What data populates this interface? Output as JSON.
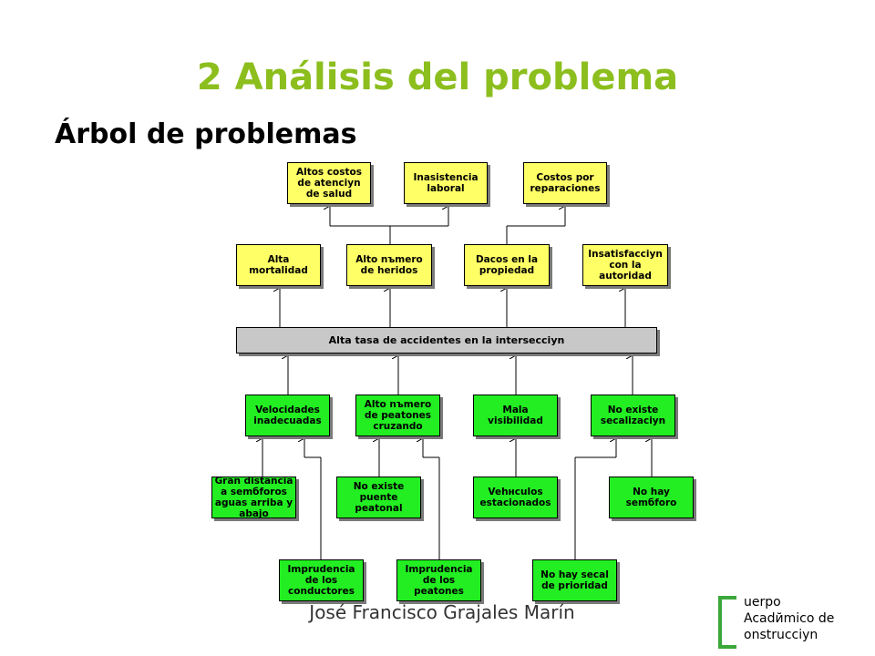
{
  "slide": {
    "title": "2 Análisis del problema",
    "subtitle": "Árbol de problemas",
    "footer": "José Francisco Grajales Marín"
  },
  "tree": {
    "effects_top": [
      "Altos costos\nde atenciуn\nde salud",
      "Inasistencia\nlaboral",
      "Costos por\nreparaciones"
    ],
    "effects": [
      "Alta\nmortalidad",
      "Alto nъmero\nde heridos",
      "Daсos en la\npropiedad",
      "Insatisfacciуn\ncon la\nautoridad"
    ],
    "core_problem": "Alta tasa de accidentes en la intersecciуn",
    "causes": [
      "Velocidades\ninadecuadas",
      "Alto nъmero\nde peatones\ncruzando",
      "Mala\nvisibilidad",
      "No existe\nseсalizaciуn"
    ],
    "sub_causes": [
      "Gran distancia\na semбforos\naguas arriba y\nabajo",
      "No existe\npuente\npeatonal",
      "Vehнculos\nestacionados",
      "No hay\nsemбforo"
    ],
    "root_causes": [
      "Imprudencia\nde los\nconductores",
      "Imprudencia\nde los\npeatones",
      "No hay seсal\nde prioridad"
    ]
  },
  "logo": {
    "lines": [
      "uerpo",
      "Acadйmico de",
      "onstrucciуn"
    ]
  },
  "colors": {
    "title": "#8cbe1e",
    "effect_fill": "#ffff66",
    "cause_fill": "#22ee22",
    "core_fill": "#c8c8c8",
    "logo": "#3aa83a"
  }
}
